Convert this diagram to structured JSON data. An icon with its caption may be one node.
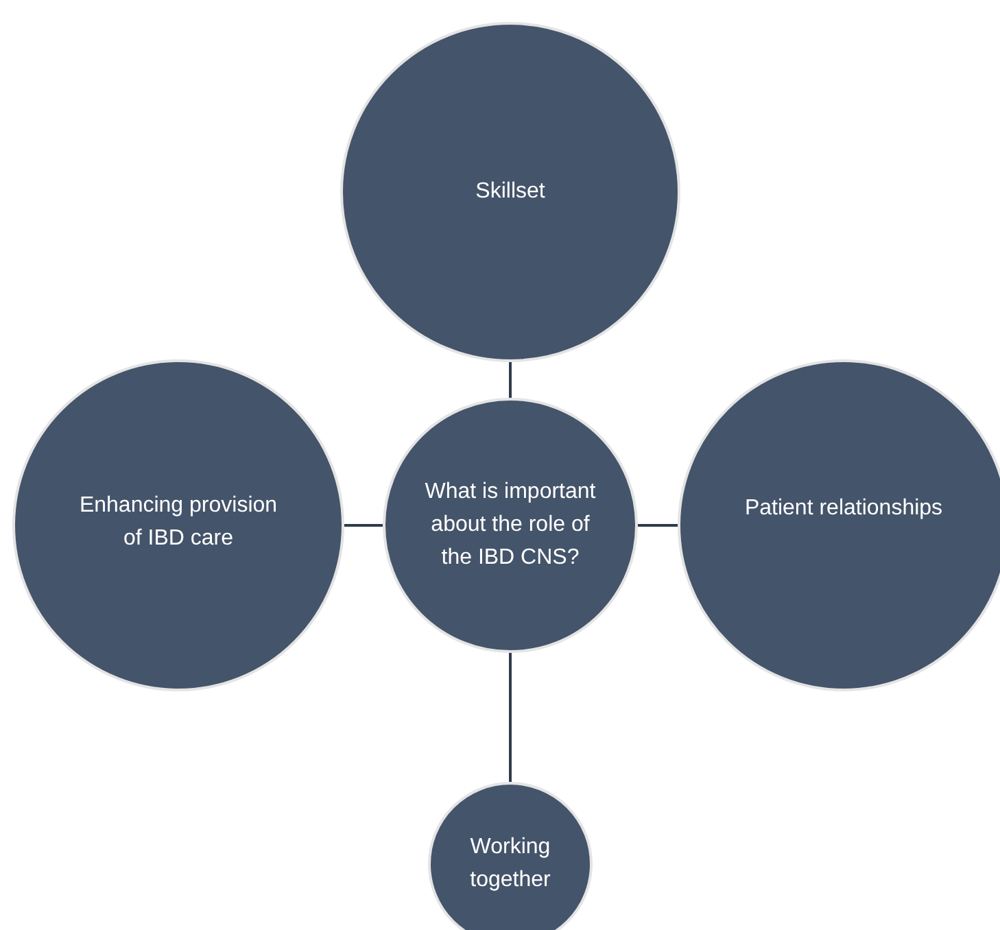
{
  "diagram": {
    "nodes": [
      {
        "text": [
          "Skillset"
        ]
      },
      {
        "text": [
          "Enhancing provision of IBD care"
        ]
      },
      {
        "text": [
          "What is important about the role of the IBD CNS?"
        ]
      },
      {
        "text": [
          "Patient relationships"
        ]
      },
      {
        "text": [
          "Working together"
        ]
      }
    ],
    "edges": [
      {
        "from": 2,
        "to": 0,
        "arrow": "none"
      },
      {
        "from": 2,
        "to": 1,
        "arrow": "none"
      },
      {
        "from": 2,
        "to": 3,
        "arrow": "none"
      },
      {
        "from": 2,
        "to": 4,
        "arrow": "none"
      }
    ]
  }
}
